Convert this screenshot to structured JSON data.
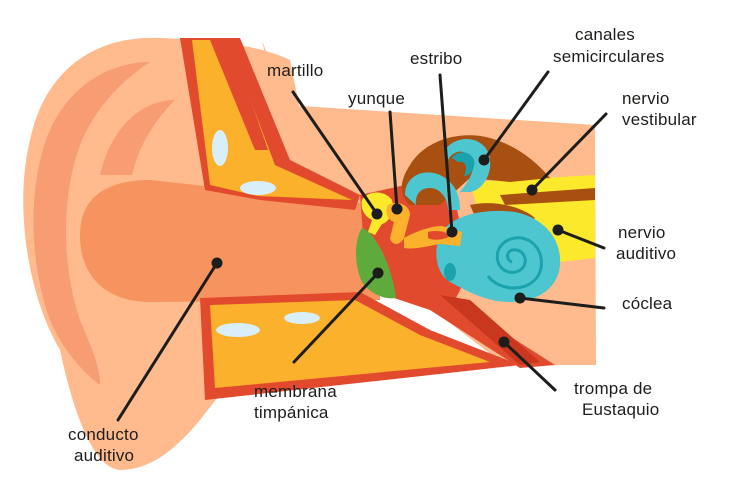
{
  "diagram": {
    "labels": {
      "martillo": "martillo",
      "yunque": "yunque",
      "estribo": "estribo",
      "canales": [
        "canales",
        "semicirculares"
      ],
      "nervio_vestibular": [
        "nervio",
        "vestibular"
      ],
      "nervio_auditivo": [
        "nervio",
        "auditivo"
      ],
      "coclea": "cóclea",
      "trompa": [
        "trompa de",
        "Eustaquio"
      ],
      "membrana": [
        "membrana",
        "timpánica"
      ],
      "conducto": [
        "conducto",
        "auditivo"
      ]
    },
    "colors": {
      "skin": "#ffbb8e",
      "skin_dark": "#f89c74",
      "canal": "#f7935f",
      "bone_yellow": "#fbb12b",
      "red_tissue": "#e24a2e",
      "bright_yellow": "#fde92b",
      "brown": "#a84f12",
      "turquoise": "#4ec6d0",
      "turquoise_dark": "#1aa3ad",
      "green": "#5faa3c",
      "pale_blue": "#d8eef8",
      "text": "#1d1d1b"
    }
  }
}
